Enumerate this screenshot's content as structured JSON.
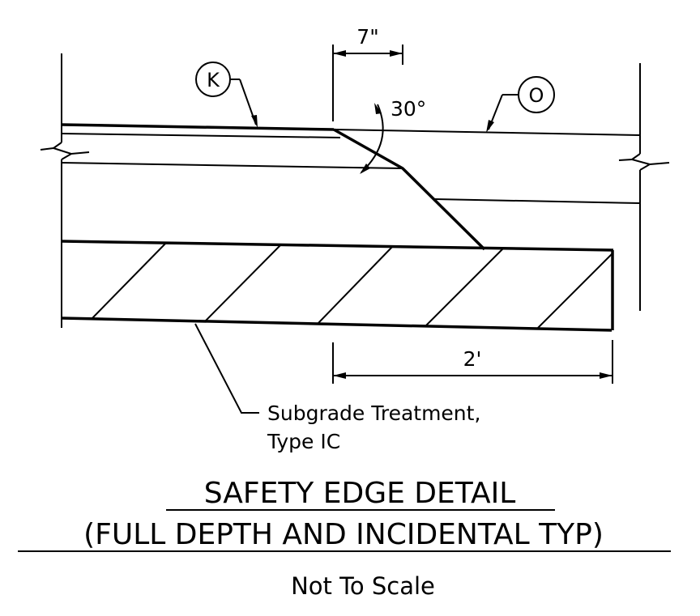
{
  "diagram": {
    "callouts": {
      "k": "K",
      "o": "O"
    },
    "dimensions": {
      "top_width": "7\"",
      "bottom_width": "2'",
      "angle": "30°"
    },
    "note": {
      "line1": "Subgrade Treatment,",
      "line2": "Type IC"
    },
    "title": {
      "line1": "SAFETY EDGE DETAIL",
      "line2": "(FULL DEPTH AND INCIDENTAL TYP)",
      "scale": "Not To Scale"
    }
  }
}
